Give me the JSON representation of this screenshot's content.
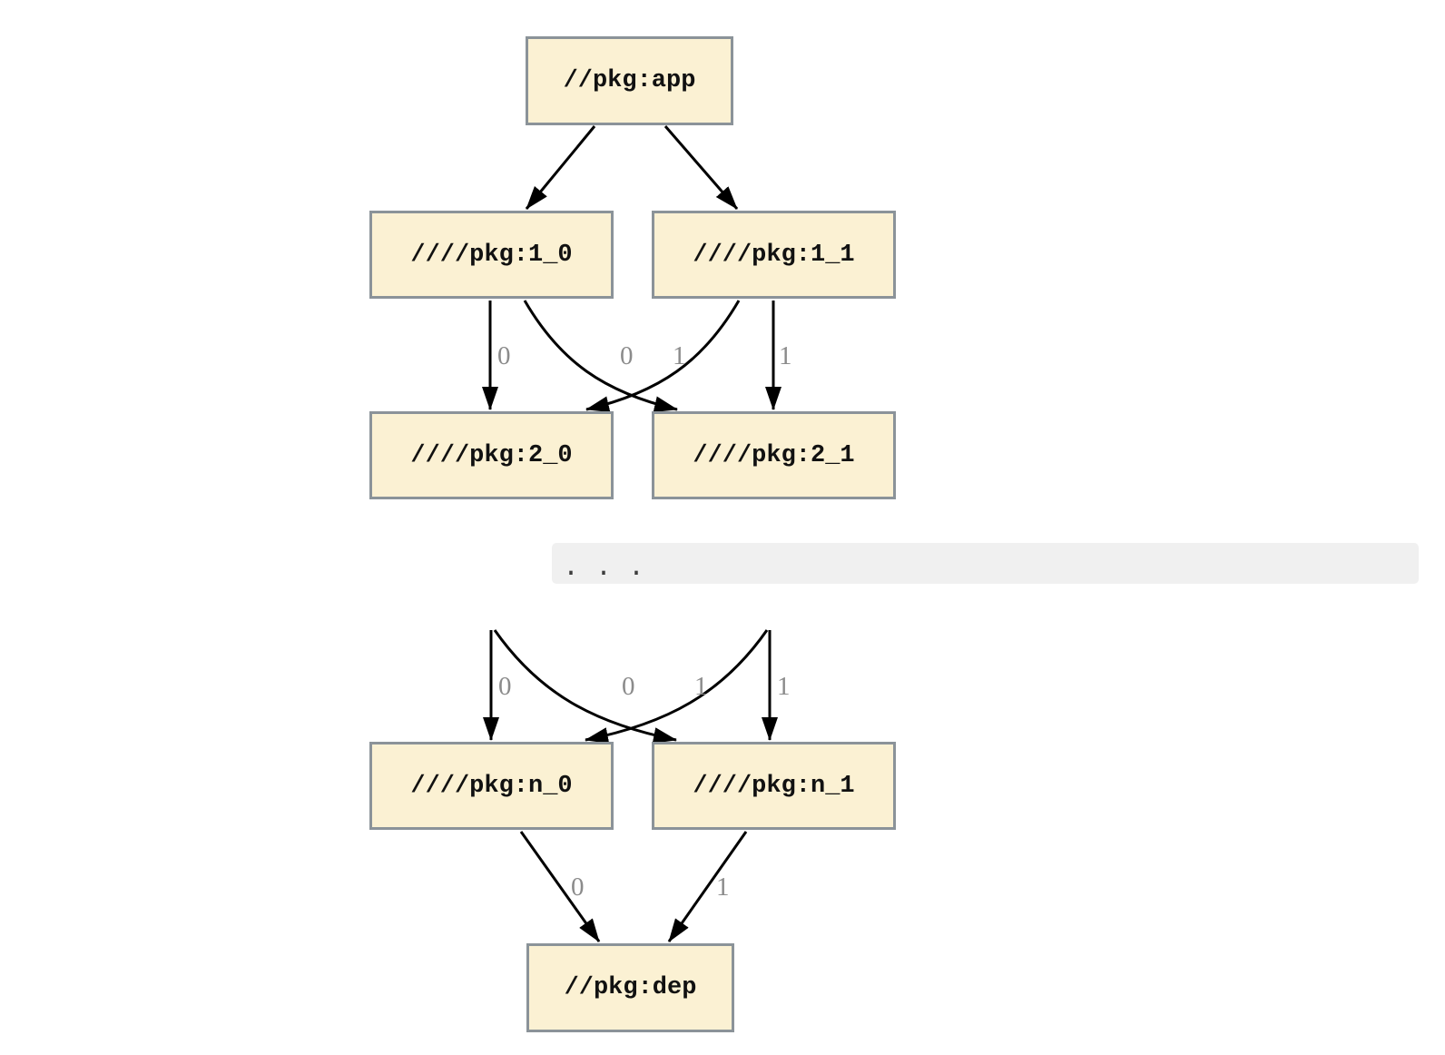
{
  "diagram": {
    "type": "dependency-graph",
    "nodes": [
      {
        "id": "app",
        "label": "//pkg:app"
      },
      {
        "id": "1_0",
        "label": "////pkg:1_0"
      },
      {
        "id": "1_1",
        "label": "////pkg:1_1"
      },
      {
        "id": "2_0",
        "label": "////pkg:2_0"
      },
      {
        "id": "2_1",
        "label": "////pkg:2_1"
      },
      {
        "id": "n_0",
        "label": "////pkg:n_0"
      },
      {
        "id": "n_1",
        "label": "////pkg:n_1"
      },
      {
        "id": "dep",
        "label": "//pkg:dep"
      }
    ],
    "edges": [
      {
        "from": "app",
        "to": "1_0",
        "label": ""
      },
      {
        "from": "app",
        "to": "1_1",
        "label": ""
      },
      {
        "from": "1_0",
        "to": "2_0",
        "label": "0"
      },
      {
        "from": "1_0",
        "to": "2_1",
        "label": "0"
      },
      {
        "from": "1_1",
        "to": "2_0",
        "label": "1"
      },
      {
        "from": "1_1",
        "to": "2_1",
        "label": "1"
      },
      {
        "from": "ellipsis-region",
        "to": "n_0",
        "label": "0"
      },
      {
        "from": "ellipsis-region",
        "to": "n_1",
        "label": "0"
      },
      {
        "from": "ellipsis-region",
        "to": "n_0",
        "label": "1"
      },
      {
        "from": "ellipsis-region",
        "to": "n_1",
        "label": "1"
      },
      {
        "from": "n_0",
        "to": "dep",
        "label": "0"
      },
      {
        "from": "n_1",
        "to": "dep",
        "label": "1"
      }
    ],
    "ellipsis": ". . .",
    "colors": {
      "node_fill": "#fbf1d3",
      "node_border": "#8b9399",
      "node_text": "#111111",
      "edge": "#000000",
      "edge_label": "#8b8b8b",
      "ellipsis_bg": "#f0f0f0",
      "ellipsis_text": "#3d3d3d"
    }
  }
}
